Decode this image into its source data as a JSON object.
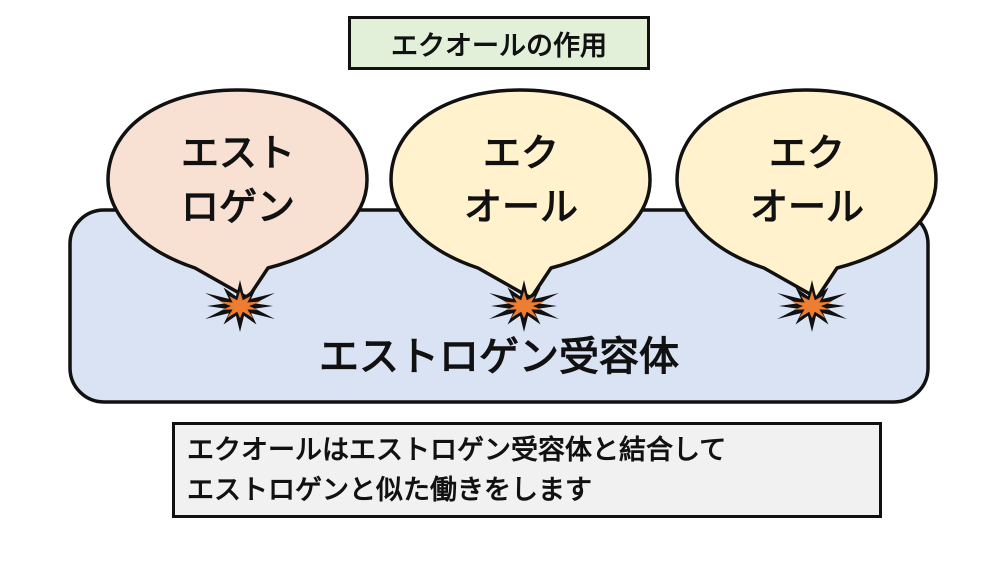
{
  "title": "エクオールの作用",
  "receptor": {
    "label": "エストロゲン受容体",
    "fill": "#dae3f3"
  },
  "bubbles": [
    {
      "line1": "エスト",
      "line2": "ロゲン",
      "fill": "#f8e0d2"
    },
    {
      "line1": "エク",
      "line2": "オール",
      "fill": "#fff2cc"
    },
    {
      "line1": "エク",
      "line2": "オール",
      "fill": "#fff2cc"
    }
  ],
  "caption": {
    "line1": "エクオールはエストロゲン受容体と結合して",
    "line2": "エストロゲンと似た働きをします"
  },
  "colors": {
    "outline": "#111111",
    "burst": "#ed7d31"
  },
  "icons": {
    "binding_mark": "explosion-burst-icon"
  }
}
